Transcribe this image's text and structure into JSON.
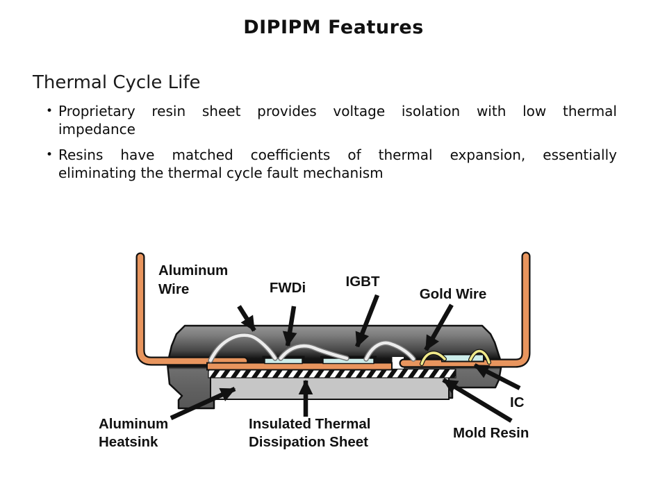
{
  "slide": {
    "title": "DIPIPM Features",
    "section_heading": "Thermal Cycle Life",
    "bullets": [
      {
        "lines": [
          "Proprietary resin sheet provides voltage isolation with low thermal",
          "impedance"
        ]
      },
      {
        "lines": [
          "Resins have matched coefficients of thermal expansion, essentially",
          "eliminating the thermal cycle fault mechanism"
        ]
      }
    ]
  },
  "diagram": {
    "labels": {
      "aluminum_wire_l1": "Aluminum",
      "aluminum_wire_l2": "Wire",
      "fwdi": "FWDi",
      "igbt": "IGBT",
      "gold_wire": "Gold Wire",
      "aluminum_heatsink_l1": "Aluminum",
      "aluminum_heatsink_l2": "Heatsink",
      "insulated_sheet_l1": "Insulated Thermal",
      "insulated_sheet_l2": "Dissipation Sheet",
      "ic": "IC",
      "mold_resin": "Mold Resin"
    },
    "colors": {
      "copper": "#E8955E",
      "mold_top": "#969696",
      "mold_dark": "#141414",
      "mold_lower": "#575757",
      "heatsink": "#C6C6C6",
      "chip": "#CDEDEA",
      "gold_wire": "#F0E98A",
      "bond_wire": "#ECECEC"
    }
  }
}
